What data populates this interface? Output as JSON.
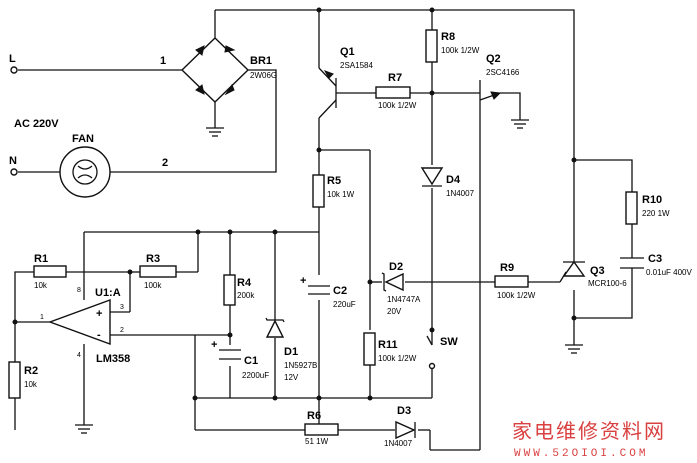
{
  "ac": {
    "l": "L",
    "n": "N",
    "source": "AC 220V",
    "fan": "FAN",
    "node1": "1",
    "node2": "2"
  },
  "br1": {
    "ref": "BR1",
    "value": "2W06G"
  },
  "q1": {
    "ref": "Q1",
    "value": "2SA1584"
  },
  "q2": {
    "ref": "Q2",
    "value": "2SC4166"
  },
  "q3": {
    "ref": "Q3",
    "value": "MCR100-6"
  },
  "r1": {
    "ref": "R1",
    "value": "10k"
  },
  "r2": {
    "ref": "R2",
    "value": "10k"
  },
  "r3": {
    "ref": "R3",
    "value": "100k"
  },
  "r4": {
    "ref": "R4",
    "value": "200k"
  },
  "r5": {
    "ref": "R5",
    "value": "10k 1W"
  },
  "r6": {
    "ref": "R6",
    "value": "51 1W"
  },
  "r7": {
    "ref": "R7",
    "value": "100k 1/2W"
  },
  "r8": {
    "ref": "R8",
    "value": "100k 1/2W"
  },
  "r9": {
    "ref": "R9",
    "value": "100k 1/2W"
  },
  "r10": {
    "ref": "R10",
    "value": "220 1W"
  },
  "r11": {
    "ref": "R11",
    "value": "100k 1/2W"
  },
  "c1": {
    "ref": "C1",
    "value": "2200uF"
  },
  "c2": {
    "ref": "C2",
    "value": "220uF"
  },
  "c3": {
    "ref": "C3",
    "value": "0.01uF 400V"
  },
  "d1": {
    "ref": "D1",
    "value": "1N5927B",
    "value2": "12V"
  },
  "d2": {
    "ref": "D2",
    "value": "1N4747A",
    "value2": "20V"
  },
  "d3": {
    "ref": "D3",
    "value": "1N4007"
  },
  "d4": {
    "ref": "D4",
    "value": "1N4007"
  },
  "u1": {
    "ref": "U1:A",
    "value": "LM358",
    "pin8": "8",
    "pin3": "3",
    "pin2": "2",
    "pin1": "1",
    "pin4": "4",
    "plus": "+",
    "minus": "-"
  },
  "sw": {
    "ref": "SW"
  },
  "watermark": {
    "text": "家电维修资料网",
    "url": "WWW.52OIOI.COM"
  }
}
